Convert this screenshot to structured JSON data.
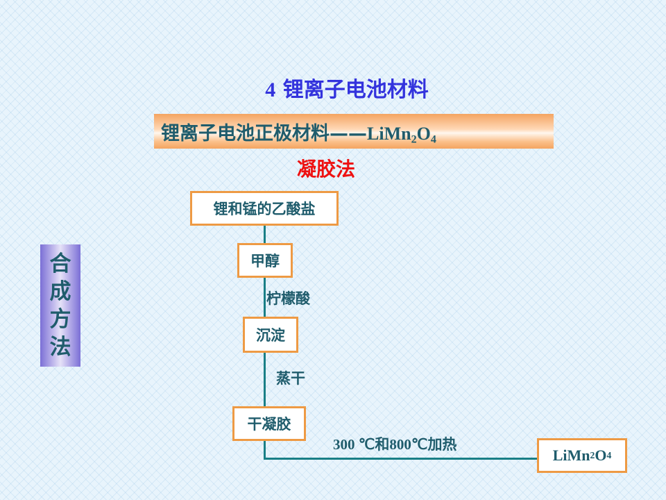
{
  "slide": {
    "title_number": "4",
    "title_text": "锂离子电池材料",
    "subtitle_text": "锂离子电池正极材料——",
    "formula": {
      "part1": "LiMn",
      "sub1": "2",
      "part2": "O",
      "sub2": "4"
    },
    "method": "凝胶法",
    "side_label": [
      "合",
      "成",
      "方",
      "法"
    ]
  },
  "flow": {
    "nodes": [
      "锂和锰的乙酸盐",
      "甲醇",
      "沉淀",
      "干凝胶"
    ],
    "step_labels": [
      "柠檬酸",
      "蒸干"
    ],
    "heat": {
      "t1": "300 ℃",
      "mid": "和",
      "t2": "800℃",
      "end": "加热"
    },
    "product": {
      "part1": "LiMn",
      "sub1": "2",
      "part2": "O",
      "sub2": "4"
    }
  },
  "colors": {
    "title": "#3333dd",
    "method": "#ee1111",
    "text": "#1f5c6c",
    "line": "#197f86",
    "node_border": "#ee9a44",
    "subtitle_bar": "#f4a461",
    "side_box": "#7b6fd6"
  }
}
